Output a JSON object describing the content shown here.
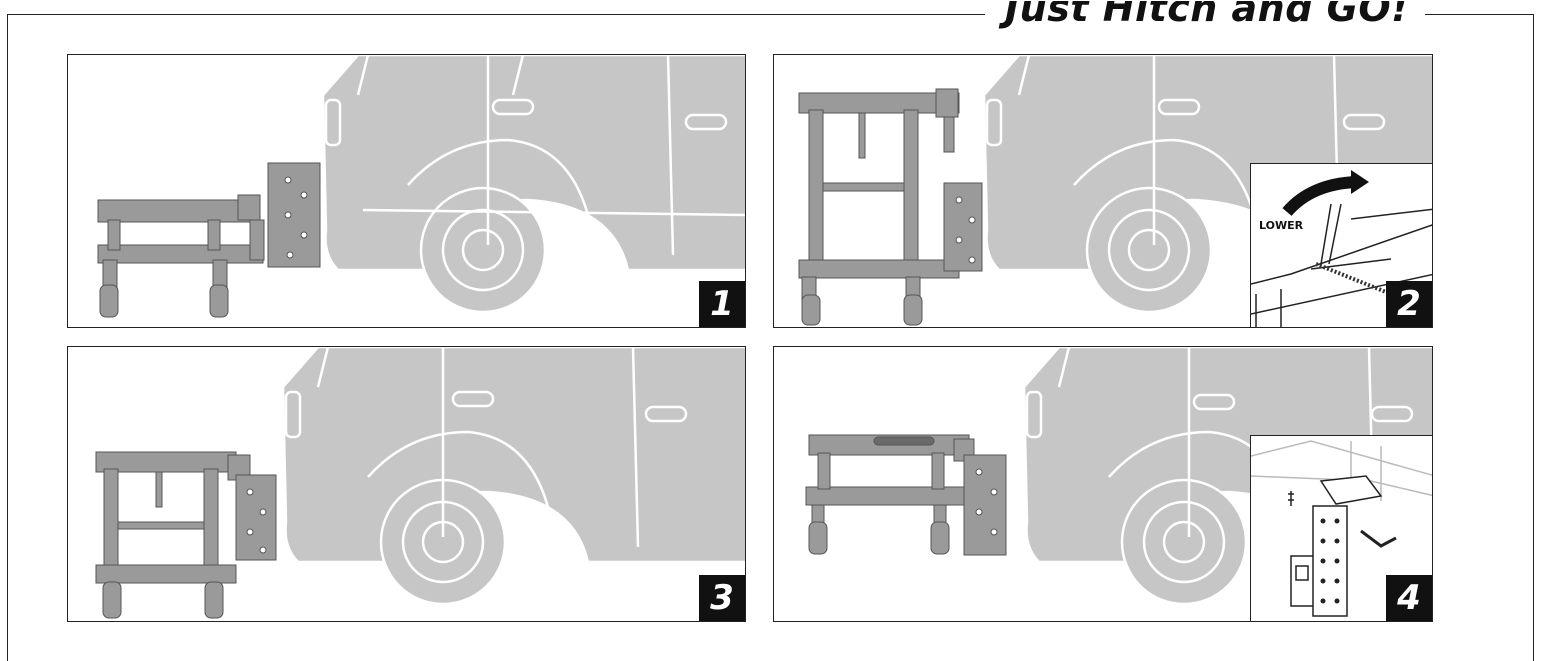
{
  "header": {
    "title": "Just Hitch and GO!"
  },
  "steps": [
    {
      "number": "1"
    },
    {
      "number": "2",
      "inset_label": "LOWER"
    },
    {
      "number": "3"
    },
    {
      "number": "4"
    }
  ],
  "icons": [
    "vehicle-illustration",
    "dolly-illustration",
    "hitch-bracket-illustration",
    "crank-inset",
    "pin-inset"
  ],
  "colors": {
    "vehicle": "#c6c6c6",
    "metal": "#8a8a8a",
    "outline": "#222222"
  }
}
